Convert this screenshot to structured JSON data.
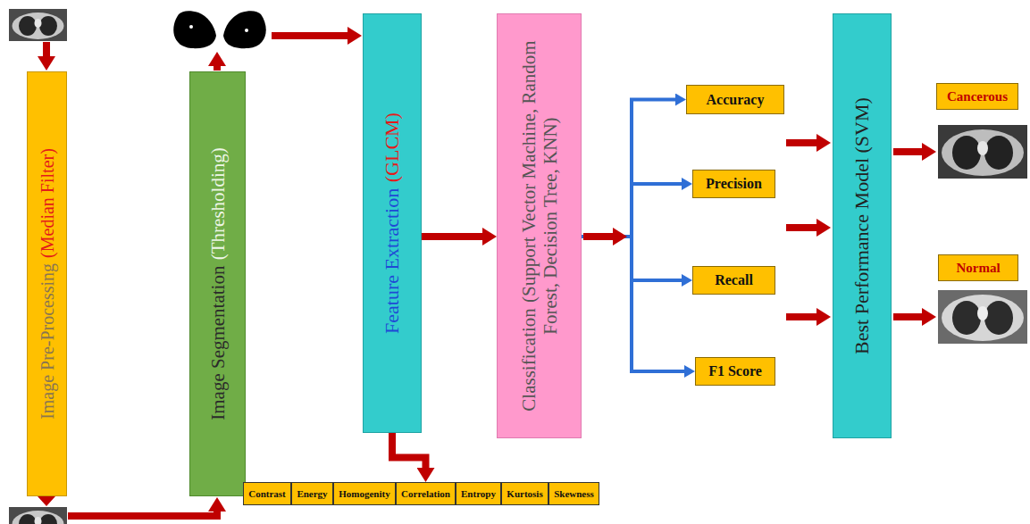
{
  "diagram": {
    "nodes": [
      {
        "text": [
          "Image Pre-Processing",
          "(Median Filter)"
        ]
      },
      {
        "text": [
          "Image Segmentation",
          "(Thresholding)"
        ]
      },
      {
        "text": [
          "Feature Extraction",
          "(GLCM)"
        ]
      },
      {
        "text": [
          "Contrast"
        ]
      },
      {
        "text": [
          "Energy"
        ]
      },
      {
        "text": [
          "Homogenity"
        ]
      },
      {
        "text": [
          "Correlation"
        ]
      },
      {
        "text": [
          "Entropy"
        ]
      },
      {
        "text": [
          "Kurtosis"
        ]
      },
      {
        "text": [
          "Skewness"
        ]
      },
      {
        "text": [
          "Classification",
          "(Support Vector Machine, Random Forest, Decision Tree, KNN)"
        ]
      },
      {
        "text": [
          "Accuracy"
        ]
      },
      {
        "text": [
          "Precision"
        ]
      },
      {
        "text": [
          "Recall"
        ]
      },
      {
        "text": [
          "F1 Score"
        ]
      },
      {
        "text": [
          "Best Performance Model (SVM)"
        ]
      },
      {
        "text": [
          "Cancerous"
        ]
      },
      {
        "text": [
          "Normal"
        ]
      }
    ],
    "edges": [
      {
        "from": 2,
        "to": 6,
        "arrow": "to"
      },
      {
        "from": 2,
        "to": 10,
        "arrow": "to"
      },
      {
        "from": 10,
        "to": 11,
        "arrow": "to"
      },
      {
        "from": 10,
        "to": 12,
        "arrow": "to"
      },
      {
        "from": 10,
        "to": 13,
        "arrow": "to"
      },
      {
        "from": 10,
        "to": 14,
        "arrow": "to"
      }
    ]
  }
}
